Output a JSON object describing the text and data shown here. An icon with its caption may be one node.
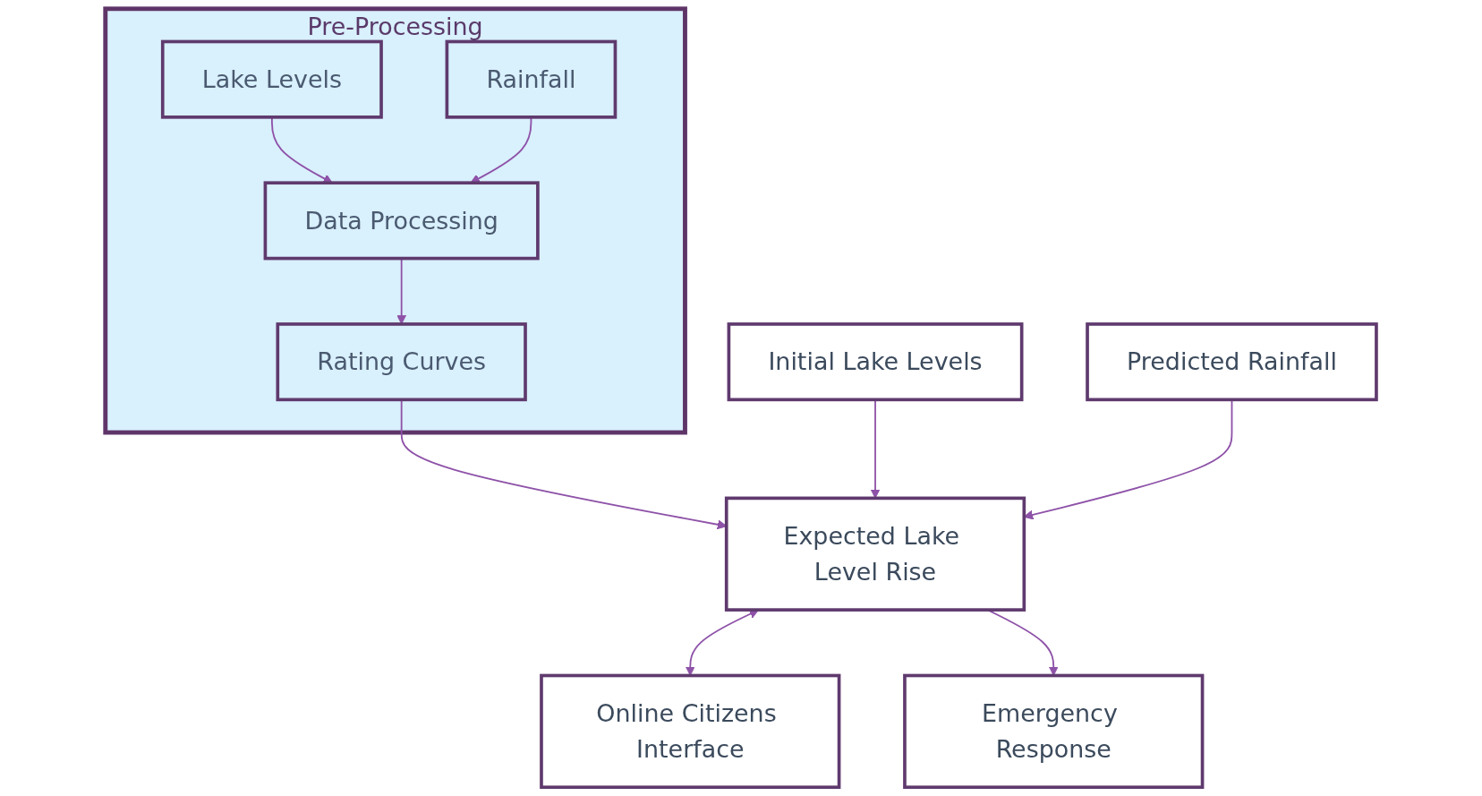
{
  "diagram": {
    "nodes": [
      {
        "text": [
          "Pre-Processing"
        ]
      },
      {
        "text": [
          "Lake Levels"
        ],
        "in": 0
      },
      {
        "text": [
          "Data Processing"
        ],
        "in": 0
      },
      {
        "text": [
          "Rainfall"
        ],
        "in": 0
      },
      {
        "text": [
          "Rating Curves"
        ],
        "in": 0
      },
      {
        "text": [
          "Initial Lake Levels"
        ]
      },
      {
        "text": [
          "Predicted Rainfall"
        ]
      },
      {
        "text": [
          "Expected Lake Level Rise"
        ]
      },
      {
        "text": [
          "Online Citizens Interface"
        ]
      },
      {
        "text": [
          "Emergency Response"
        ]
      }
    ],
    "edges": [
      {
        "from": 1,
        "to": 2,
        "arrow": "to"
      },
      {
        "from": 3,
        "to": 2,
        "arrow": "to"
      },
      {
        "from": 2,
        "to": 4,
        "arrow": "to"
      },
      {
        "from": 4,
        "to": 7,
        "arrow": "to"
      },
      {
        "from": 5,
        "to": 7,
        "arrow": "to"
      },
      {
        "from": 6,
        "to": 7,
        "arrow": "to"
      },
      {
        "from": 7,
        "to": 8,
        "arrow": "both"
      },
      {
        "from": 7,
        "to": 9,
        "arrow": "to"
      }
    ]
  }
}
